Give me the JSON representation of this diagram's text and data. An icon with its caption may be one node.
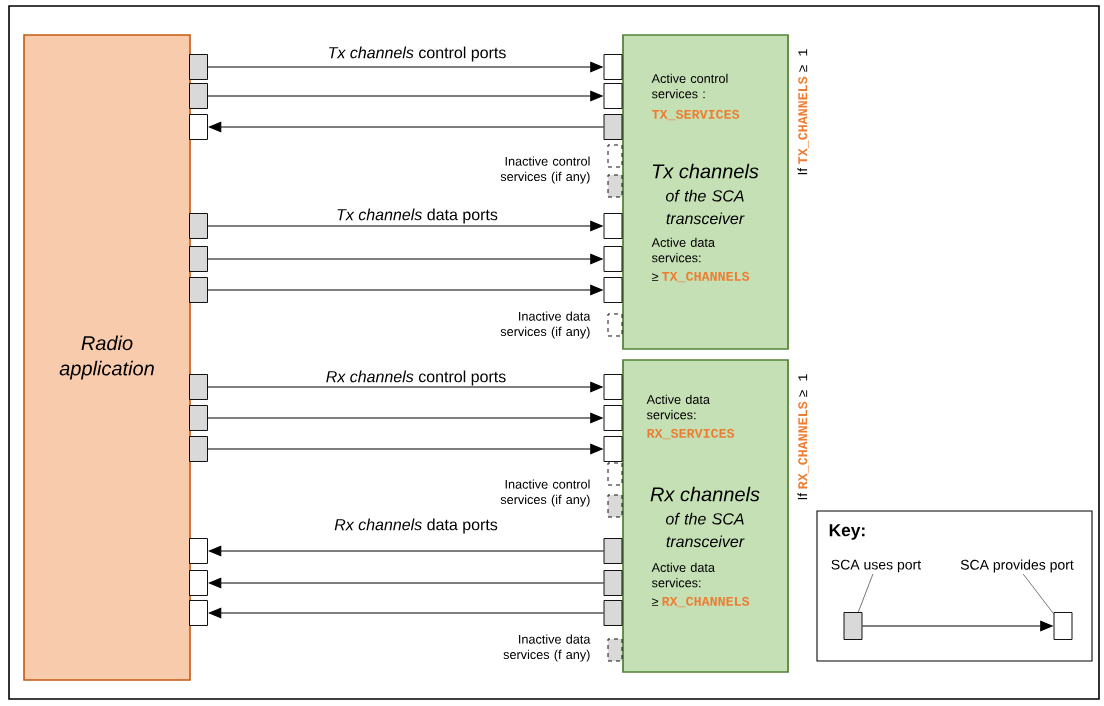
{
  "diagram": {
    "nodes": [
      {
        "text": [
          "Radio application"
        ]
      },
      {
        "text": [
          "Active control services :",
          "TX_SERVICES",
          "Tx channels",
          "of the SCA transceiver",
          "Active data services:",
          "≥",
          "TX_CHANNELS"
        ],
        "beside": [
          "If",
          "TX_CHANNELS",
          "≥ 1"
        ]
      },
      {
        "text": [
          "Active data services:",
          "RX_SERVICES",
          "Rx channels",
          "of the SCA transceiver",
          "Active data services:",
          "≥",
          "RX_CHANNELS"
        ],
        "beside": [
          "If",
          "RX_CHANNELS",
          "≥ 1"
        ]
      },
      {
        "text": [],
        "shape": "box"
      },
      {
        "text": [],
        "shape": "box"
      },
      {
        "text": [],
        "shape": "box"
      },
      {
        "text": [],
        "shape": "box"
      },
      {
        "text": [],
        "shape": "box"
      },
      {
        "text": [],
        "shape": "box"
      },
      {
        "text": [],
        "shape": "box"
      },
      {
        "text": [],
        "shape": "box"
      },
      {
        "text": [],
        "shape": "box"
      },
      {
        "text": [],
        "shape": "box"
      },
      {
        "text": [],
        "shape": "box"
      },
      {
        "text": [],
        "shape": "box"
      },
      {
        "text": [],
        "shape": "box"
      },
      {
        "text": [],
        "shape": "box"
      },
      {
        "text": [],
        "shape": "box"
      },
      {
        "text": [],
        "shape": "box"
      },
      {
        "text": [],
        "shape": "box"
      },
      {
        "text": [],
        "shape": "box"
      },
      {
        "text": [],
        "shape": "box"
      },
      {
        "text": [],
        "shape": "box"
      },
      {
        "text": [],
        "shape": "box"
      },
      {
        "text": [],
        "shape": "box"
      },
      {
        "text": [],
        "shape": "box"
      },
      {
        "text": [],
        "shape": "box"
      },
      {
        "text": [],
        "shape": "box"
      },
      {
        "text": [],
        "shape": "box"
      },
      {
        "text": [],
        "shape": "box"
      },
      {
        "text": [],
        "shape": "box"
      },
      {
        "text": [],
        "shape": "box"
      },
      {
        "text": [],
        "shape": "box"
      },
      {
        "text": [
          "Key:"
        ]
      },
      {
        "text": [
          "SCA uses port"
        ],
        "in": 33
      },
      {
        "text": [
          "SCA provides port"
        ],
        "in": 33
      },
      {
        "text": [],
        "shape": "box",
        "in": 33
      },
      {
        "text": [],
        "shape": "box",
        "in": 33
      }
    ],
    "edges": [
      {
        "from": 3,
        "to": 15,
        "arrow": "to",
        "label": "*Tx channels* control ports"
      },
      {
        "from": 4,
        "to": 16,
        "arrow": "to"
      },
      {
        "from": 17,
        "to": 5,
        "arrow": "to"
      },
      {
        "from": 6,
        "to": 20,
        "arrow": "to",
        "label": "*Tx channels* data ports"
      },
      {
        "from": 7,
        "to": 21,
        "arrow": "to"
      },
      {
        "from": 8,
        "to": 22,
        "arrow": "to"
      },
      {
        "from": 9,
        "to": 24,
        "arrow": "to",
        "label": "*Rx channels* control ports"
      },
      {
        "from": 10,
        "to": 25,
        "arrow": "to"
      },
      {
        "from": 11,
        "to": 26,
        "arrow": "to"
      },
      {
        "from": 29,
        "to": 12,
        "arrow": "to",
        "label": "*Rx channels* data ports"
      },
      {
        "from": 30,
        "to": 13,
        "arrow": "to"
      },
      {
        "from": 31,
        "to": 14,
        "arrow": "to"
      },
      {
        "from": 36,
        "to": 37,
        "arrow": "to"
      },
      {
        "from": 34,
        "to": 36,
        "arrow": "none"
      },
      {
        "from": 35,
        "to": 37,
        "arrow": "none"
      }
    ],
    "labels": [
      "Inactive control services (if any)",
      "Inactive data services (if any)",
      "Inactive control services (if any)",
      "Inactive data services (f any)"
    ]
  }
}
